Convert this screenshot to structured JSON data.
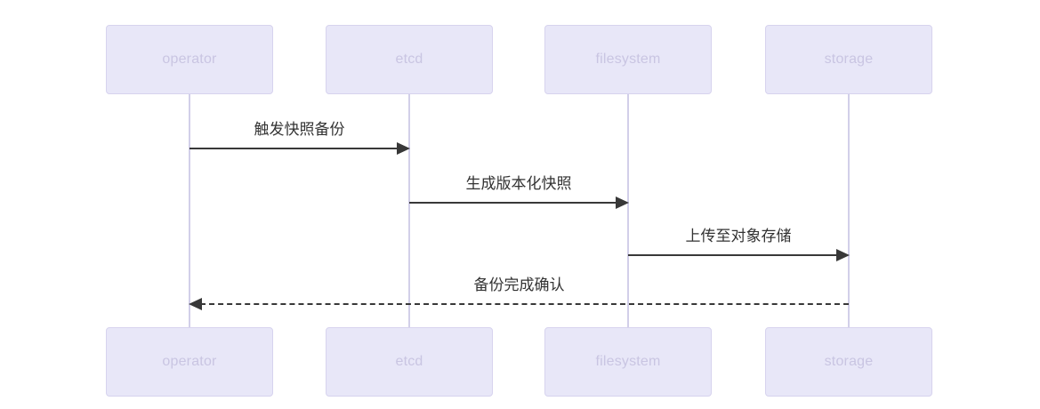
{
  "diagram": {
    "type": "sequence",
    "participants": [
      {
        "name": "operator"
      },
      {
        "name": "etcd"
      },
      {
        "name": "filesystem"
      },
      {
        "name": "storage"
      }
    ],
    "messages": [
      {
        "from": "operator",
        "to": "etcd",
        "label": "触发快照备份",
        "style": "solid"
      },
      {
        "from": "etcd",
        "to": "filesystem",
        "label": "生成版本化快照",
        "style": "solid"
      },
      {
        "from": "filesystem",
        "to": "storage",
        "label": "上传至对象存储",
        "style": "solid"
      },
      {
        "from": "storage",
        "to": "operator",
        "label": "备份完成确认",
        "style": "dashed"
      }
    ],
    "colors": {
      "background": "#ffffff",
      "actor_fill": "#e8e7f8",
      "actor_border": "#d7d3ee",
      "actor_text": "#c9c5e2",
      "lifeline": "#d2cfe9",
      "arrow": "#383838",
      "message_text": "#333333"
    }
  }
}
